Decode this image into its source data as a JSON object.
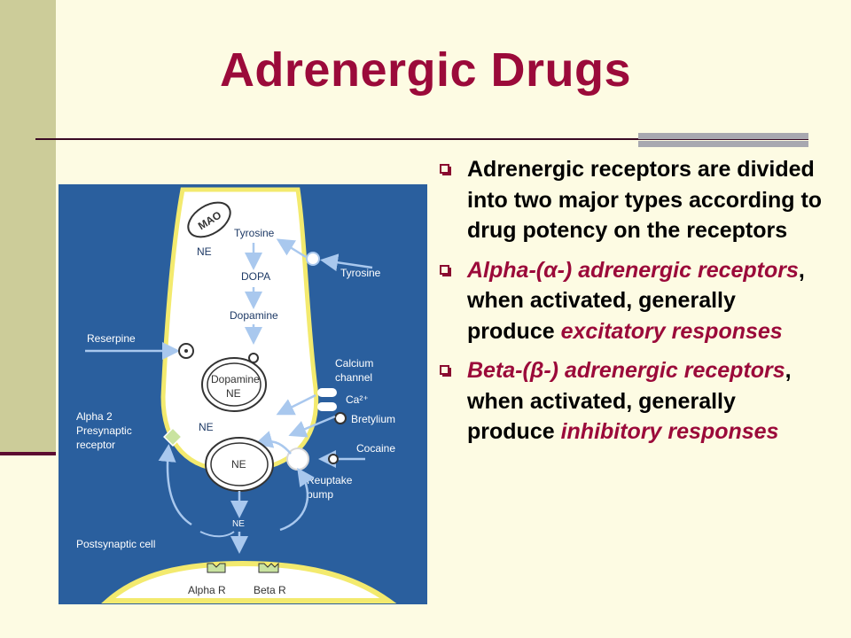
{
  "title": "Adrenergic Drugs",
  "bullets": [
    {
      "parts": [
        {
          "text": "Adrenergic receptors are divided into two major types according to drug potency on the receptors",
          "em": false
        }
      ]
    },
    {
      "parts": [
        {
          "text": "Alpha-(α-) adrenergic receptors",
          "em": true
        },
        {
          "text": ", when activated, generally produce ",
          "em": false
        },
        {
          "text": "excitatory responses",
          "em": true
        }
      ]
    },
    {
      "parts": [
        {
          "text": "Beta-(β-) adrenergic receptors",
          "em": true
        },
        {
          "text": ", when activated, generally produce ",
          "em": false
        },
        {
          "text": "inhibitory responses",
          "em": true
        }
      ]
    }
  ],
  "diagram": {
    "mao": "MAO",
    "tyrosine_inner": "Tyrosine",
    "ne_top": "NE",
    "dopa": "DOPA",
    "dopamine": "Dopamine",
    "tyrosine_outer": "Tyrosine",
    "reserpine": "Reserpine",
    "vesicle_dopamine": "Dopamine",
    "vesicle_ne": "NE",
    "calcium": "Calcium",
    "channel": "channel",
    "ca": "Ca²⁺",
    "bretylium": "Bretylium",
    "ne_mid": "NE",
    "alpha2_line1": "Alpha 2",
    "alpha2_line2": "Presynaptic",
    "alpha2_line3": "receptor",
    "cocaine": "Cocaine",
    "vesicle2_ne": "NE",
    "reuptake": "Reuptake",
    "pump": "pump",
    "ne_cleft": "NE",
    "postsynaptic": "Postsynaptic cell",
    "alpha_r": "Alpha R",
    "beta_r": "Beta R"
  }
}
